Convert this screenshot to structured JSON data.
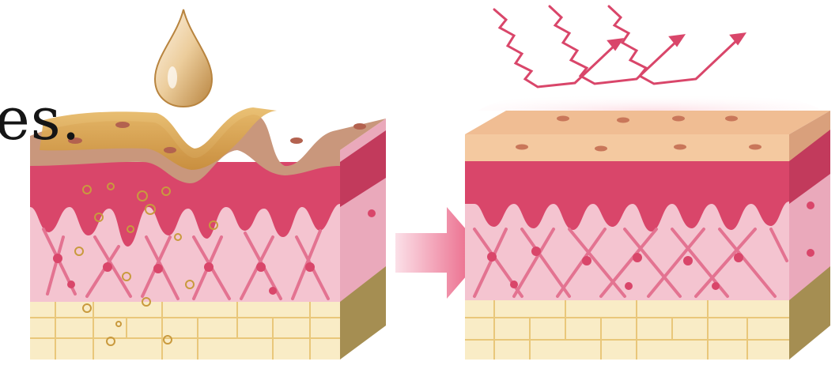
{
  "caption": {
    "fragment": "es."
  },
  "palette": {
    "epidermis_light": "#f4c9a0",
    "epidermis_dark": "#c9977c",
    "serum_gold": "#d9a64a",
    "dermis_red": "#d9466a",
    "dermis_pink": "#f4c4d0",
    "fiber_pink": "#e37391",
    "fat_yellow": "#f9ecc6",
    "fat_line": "#e9c77a",
    "side_olive": "#a58e52",
    "uv_ray": "#d9466a",
    "arrow": "#e8557a"
  },
  "illustration": {
    "left_block": "damaged-skin",
    "right_block": "healthy-skin",
    "icons": [
      "serum-drop-icon",
      "arrow-right-icon",
      "uv-rays-icon"
    ]
  }
}
